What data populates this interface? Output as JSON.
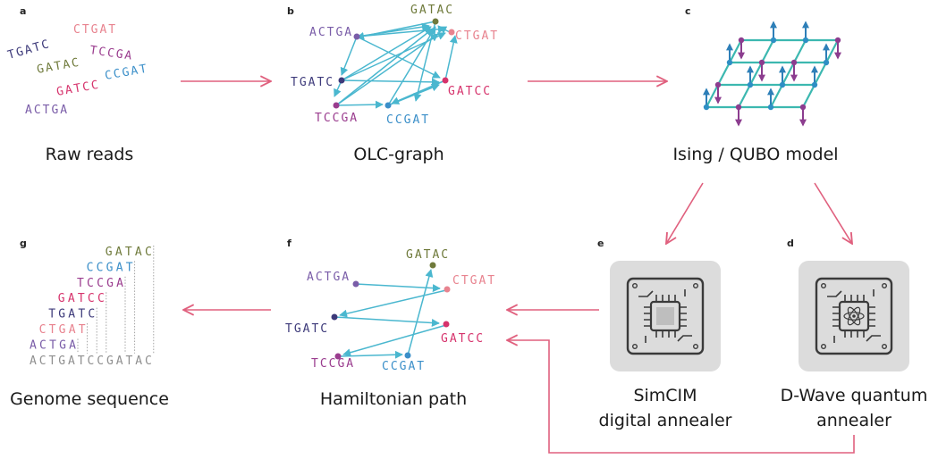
{
  "colors": {
    "accent_arrow": "#e0607e",
    "edge": "#4ab7cf",
    "node_blue": "#2e8fc4",
    "lattice_green": "#3cb8b0",
    "spin_purple": "#8c3d8f",
    "chip_bg": "#dcdcdc",
    "guide_line": "#9a9a9a"
  },
  "reads": [
    {
      "seq": "TGATC",
      "color": "#3d3a7a"
    },
    {
      "seq": "CTGAT",
      "color": "#e8838f"
    },
    {
      "seq": "TCCGA",
      "color": "#9a3c8e"
    },
    {
      "seq": "GATAC",
      "color": "#6f7a3b"
    },
    {
      "seq": "CCGAT",
      "color": "#3b8fc9"
    },
    {
      "seq": "GATCC",
      "color": "#d6336c"
    },
    {
      "seq": "ACTGA",
      "color": "#7a5da8"
    }
  ],
  "panels": {
    "a": {
      "letter": "a",
      "caption": "Raw reads"
    },
    "b": {
      "letter": "b",
      "caption": "OLC-graph"
    },
    "c": {
      "letter": "c",
      "caption": "Ising / QUBO model"
    },
    "d": {
      "letter": "d",
      "caption_line1": "D-Wave quantum",
      "caption_line2": "annealer",
      "icon": "quantum-chip-icon"
    },
    "e": {
      "letter": "e",
      "caption_line1": "SimCIM",
      "caption_line2": "digital annealer",
      "icon": "cpu-chip-icon"
    },
    "f": {
      "letter": "f",
      "caption": "Hamiltonian path"
    },
    "g": {
      "letter": "g",
      "caption": "Genome sequence",
      "assembled": "ACTGATCCGATAC"
    }
  }
}
